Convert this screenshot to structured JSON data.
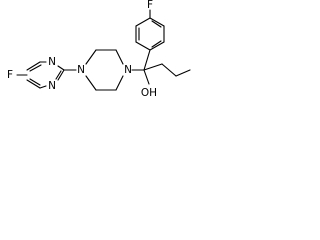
{
  "molecule": {
    "atoms": {
      "fluorine_pyrimidine": "F",
      "pyrimidine_n_top": "N",
      "pyrimidine_n_bottom": "N",
      "piperazine_n_left": "N",
      "piperazine_n_right": "N",
      "fluorine_phenyl": "F",
      "hydroxyl": "OH"
    },
    "colors": {
      "bond": "#000000",
      "text": "#000000",
      "background": "#ffffff"
    }
  }
}
